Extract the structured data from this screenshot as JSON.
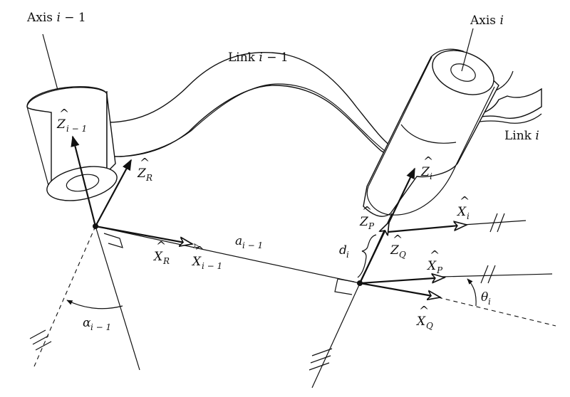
{
  "labels": {
    "axis_prev": {
      "main": "Axis ",
      "var": "i",
      "suffix": " − 1"
    },
    "axis_i": {
      "main": "Axis ",
      "var": "i"
    },
    "link_prev": {
      "main": "Link ",
      "var": "i",
      "suffix": " − 1"
    },
    "link_i": {
      "main": "Link ",
      "var": "i"
    },
    "z_prev": {
      "main": "Z",
      "sub": "i − 1"
    },
    "z_r": {
      "main": "Z",
      "sub": "R"
    },
    "z_i": {
      "main": "Z",
      "sub": "i"
    },
    "z_p": {
      "main": "Z",
      "sub": "P"
    },
    "z_q": {
      "main": "Z",
      "sub": "Q"
    },
    "x_r": {
      "main": "X",
      "sub": "R"
    },
    "x_prev": {
      "main": "X",
      "sub": "i − 1"
    },
    "x_i": {
      "main": "X",
      "sub": "i"
    },
    "x_p": {
      "main": "X",
      "sub": "P"
    },
    "x_q": {
      "main": "X",
      "sub": "Q"
    },
    "a_prev": {
      "main": "a",
      "sub": "i − 1"
    },
    "d_i": {
      "main": "d",
      "sub": "i"
    },
    "theta_i": {
      "main": "θ",
      "sub": "i"
    },
    "alpha_prev": {
      "main": "α",
      "sub": "i − 1"
    },
    "hat": "^"
  }
}
